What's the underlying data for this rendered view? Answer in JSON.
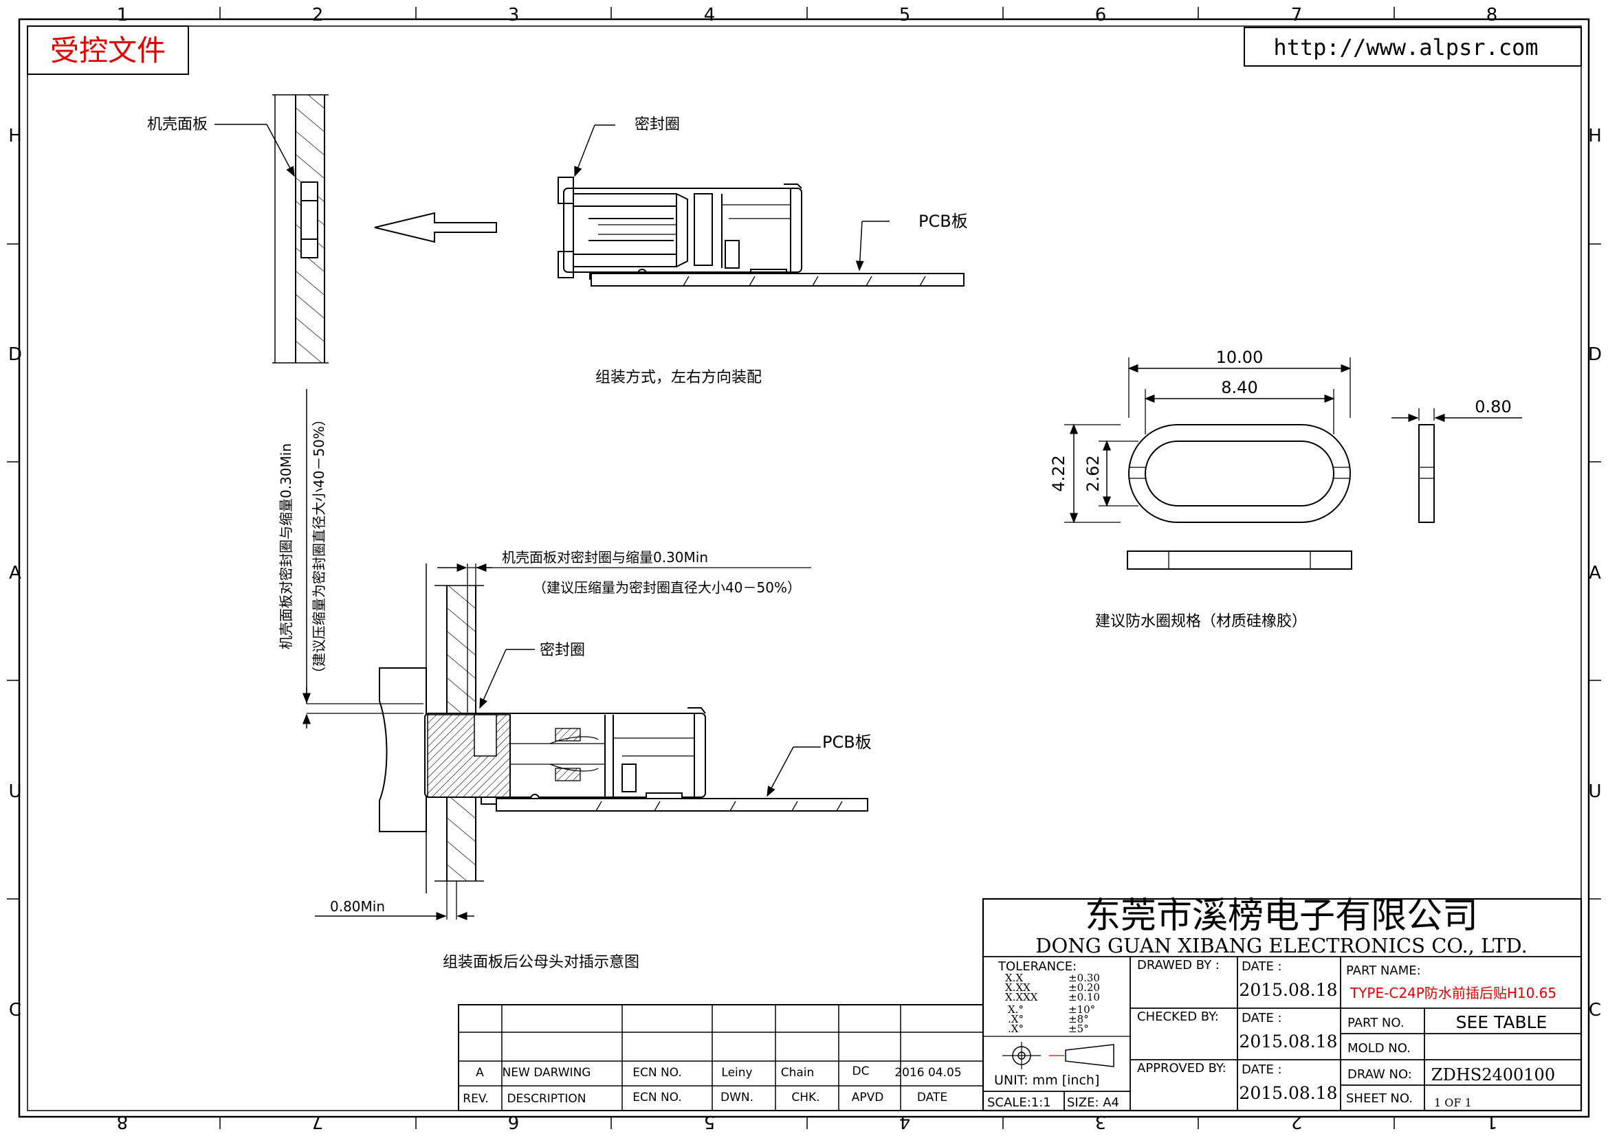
{
  "stamp": "受控文件",
  "website": "http://www.alpsr.com",
  "border": {
    "top_columns": [
      "1",
      "2",
      "3",
      "4",
      "5",
      "6",
      "7",
      "8"
    ],
    "bottom_columns": [
      "8",
      "7",
      "6",
      "5",
      "4",
      "3",
      "2",
      "1"
    ],
    "rows": [
      "H",
      "H",
      "D",
      "A",
      "U",
      "C"
    ]
  },
  "view_top": {
    "panel_label": "机壳面板",
    "seal_label": "密封圈",
    "pcb_label": "PCB板",
    "caption": "组装方式，左右方向装配"
  },
  "seal_spec": {
    "dim_outer_length": "10.00",
    "dim_inner_length": "8.40",
    "dim_outer_height": "4.22",
    "dim_inner_height": "2.62",
    "dim_thickness": "0.80",
    "caption": "建议防水圈规格（材质硅橡胶）"
  },
  "view_bottom": {
    "note_line1": "机壳面板对密封圈与缩量0.30Min",
    "note_line2": "（建议压缩量为密封圈直径大小40－50%）",
    "seal_label": "密封圈",
    "pcb_label": "PCB板",
    "min_gap": "0.80Min",
    "caption": "组装面板后公母头对插示意图"
  },
  "vertical_note": {
    "line1": "机壳面板对密封圈与缩量0.30Min",
    "line2": "（建议压缩量为密封圈直径大小40－50%）"
  },
  "revision_table": {
    "row": {
      "rev": "A",
      "description": "NEW DARWING",
      "ecn": "ECN NO.",
      "dwn": "Leiny",
      "chk": "Chain",
      "apvd": "DC",
      "date": "2016 04.05"
    },
    "headers": {
      "rev": "REV.",
      "description": "DESCRIPTION",
      "ecn": "ECN NO.",
      "dwn": "DWN.",
      "chk": "CHK.",
      "apvd": "APVD",
      "date": "DATE"
    }
  },
  "title_block": {
    "company_cn": "东莞市溪榜电子有限公司",
    "company_en": "DONG GUAN XIBANG ELECTRONICS CO., LTD.",
    "tolerance": {
      "label": "TOLERANCE:",
      "rows": [
        {
          "key": "X.X",
          "val": "±0.30"
        },
        {
          "key": "X.XX",
          "val": "±0.20"
        },
        {
          "key": "X.XXX",
          "val": "±0.10"
        },
        {
          "key": "X.°",
          "val": "±10°"
        },
        {
          "key": ".X°",
          "val": "±8°"
        },
        {
          "key": ".X°",
          "val": "±5°"
        }
      ]
    },
    "unit": "UNIT:  mm  [inch]",
    "scale": "SCALE:1:1",
    "size": "SIZE:  A4",
    "drawed_by_label": "DRAWED BY :",
    "checked_by_label": "CHECKED BY:",
    "approved_by_label": "APPROVED BY:",
    "date_label": "DATE :",
    "date_drawn": "2015.08.18",
    "date_checked": "2015.08.18",
    "date_approved": "2015.08.18",
    "part_name_label": "PART NAME:",
    "part_name": "TYPE-C24P防水前插后贴H10.65",
    "part_no_label": "PART NO.",
    "part_no": "SEE TABLE",
    "mold_no_label": "MOLD NO.",
    "draw_no_label": "DRAW NO:",
    "draw_no": "ZDHS2400100",
    "sheet_no_label": "SHEET NO.",
    "sheet_no": "1 OF 1"
  },
  "colors": {
    "line": "#000000",
    "accent": "#e00000"
  }
}
